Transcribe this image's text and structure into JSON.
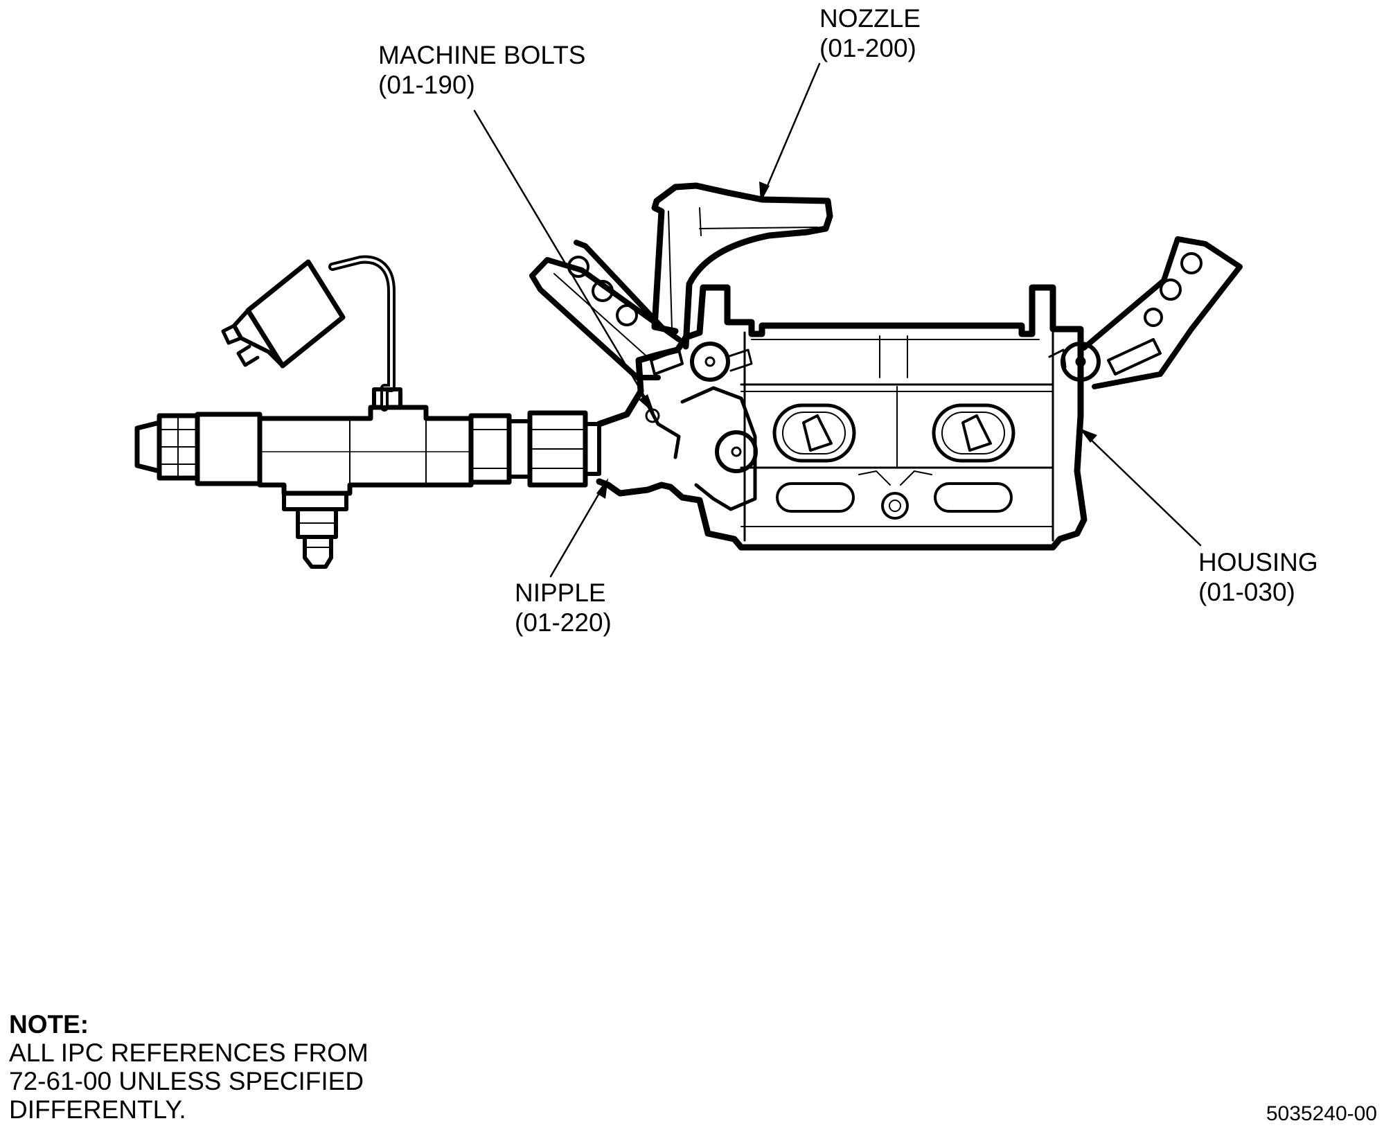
{
  "callouts": {
    "nozzle": {
      "name": "NOZZLE",
      "ref": "(01-200)"
    },
    "machine_bolts": {
      "name": "MACHINE BOLTS",
      "ref": "(01-190)"
    },
    "nipple": {
      "name": "NIPPLE",
      "ref": "(01-220)"
    },
    "housing": {
      "name": "HOUSING",
      "ref": "(01-030)"
    }
  },
  "note": {
    "title": "NOTE:",
    "lines": [
      "ALL IPC REFERENCES FROM",
      "72-61-00 UNLESS SPECIFIED",
      "DIFFERENTLY."
    ]
  },
  "figure_id": "5035240-00",
  "colors": {
    "ink": "#000000",
    "background": "#ffffff"
  }
}
